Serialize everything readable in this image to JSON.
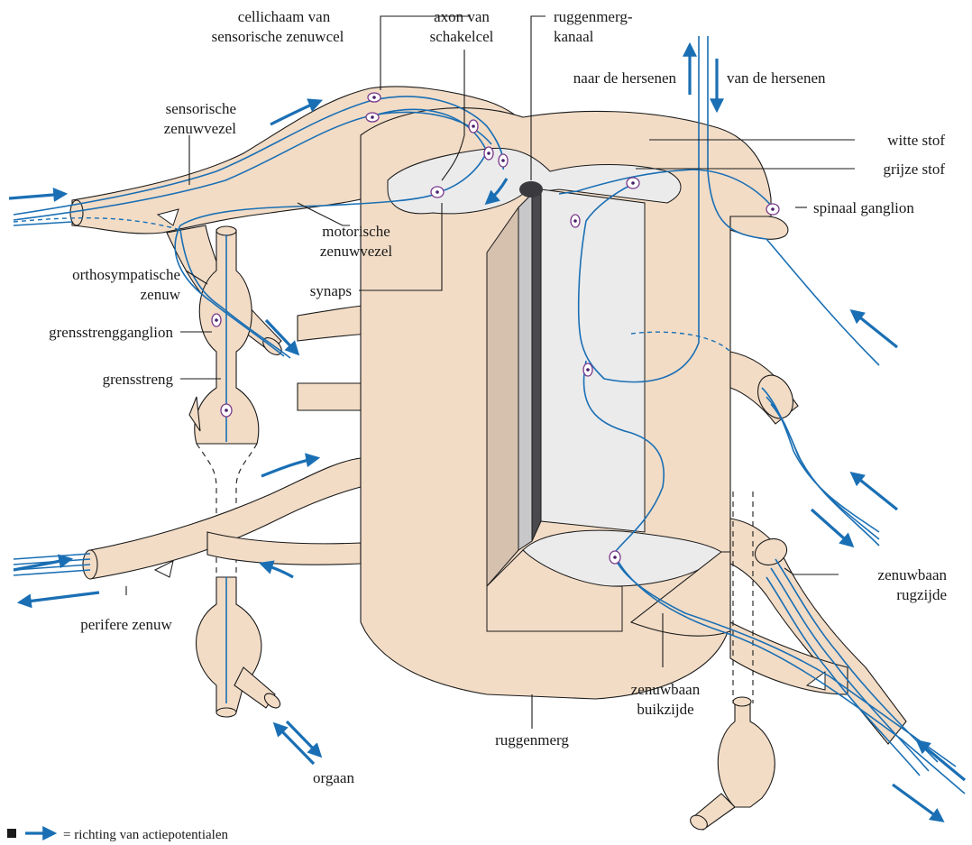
{
  "labels": {
    "cellichaam_1": "cellichaam van",
    "cellichaam_2": "sensorische zenuwcel",
    "axon_1": "axon van",
    "axon_2": "schakelcel",
    "kanaal_1": "ruggenmerg-",
    "kanaal_2": "kanaal",
    "naar": "naar de hersenen",
    "van": "van de hersenen",
    "sens_1": "sensorische",
    "sens_2": "zenuwvezel",
    "witte": "witte stof",
    "grijze": "grijze stof",
    "spinaal": "spinaal ganglion",
    "motor_1": "motorische",
    "motor_2": "zenuwvezel",
    "ortho_1": "orthosympatische",
    "ortho_2": "zenuw",
    "synaps": "synaps",
    "grensganglion": "grensstrengganglion",
    "grensstreng": "grensstreng",
    "rug_1": "zenuwbaan",
    "rug_2": "rugzijde",
    "perifeer": "perifere zenuw",
    "buik_1": "zenuwbaan",
    "buik_2": "buikzijde",
    "ruggenmerg": "ruggenmerg",
    "orgaan": "orgaan"
  },
  "legend": {
    "text": "= richting van actiepotentialen"
  },
  "colors": {
    "tissue": "#f2dcc6",
    "grey_matter": "#ebebec",
    "nerve_fiber": "#1a6fb4",
    "cell_nucleus": "#4a1f6a"
  }
}
